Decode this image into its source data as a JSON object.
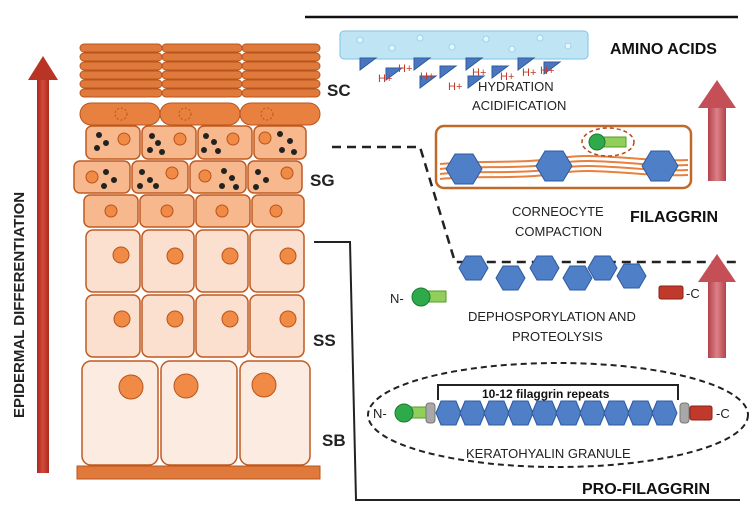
{
  "labels": {
    "vertical_axis": "EPIDERMAL DIFFERENTIATION",
    "layer_sc": "SC",
    "layer_sg": "SG",
    "layer_ss": "SS",
    "layer_sb": "SB",
    "amino_acids": "AMINO ACIDS",
    "hydration": "HYDRATION",
    "acidification": "ACIDIFICATION",
    "h_plus": "H+",
    "corneocyte": "CORNEOCYTE",
    "compaction": "COMPACTION",
    "filaggrin": "FILAGGRIN",
    "n_term": "N-",
    "c_term": "-C",
    "dephos_line1": "DEPHOSPORYLATION AND",
    "dephos_line2": "PROTEOLYSIS",
    "repeats": "10-12 filaggrin repeats",
    "granule": "KERATOHYALIN GRANULE",
    "pro_filaggrin": "PRO-FILAGGRIN"
  },
  "colors": {
    "cell_dark": "#e07a3c",
    "cell_mid": "#f7b88d",
    "cell_light": "#fbe0cf",
    "cell_edge": "#c05a22",
    "nucleus": "#f08a45",
    "hexagon": "#4f7fc6",
    "hexagon_edge": "#2d5aa0",
    "arrow_red": "#c0392b",
    "arrow_pink": "#c0545a",
    "green_head": "#2eaa4a",
    "green_tail": "#8fcf5a",
    "c_red": "#c0392b",
    "water": "#bfe4f4",
    "triangle": "#4a76c0"
  }
}
